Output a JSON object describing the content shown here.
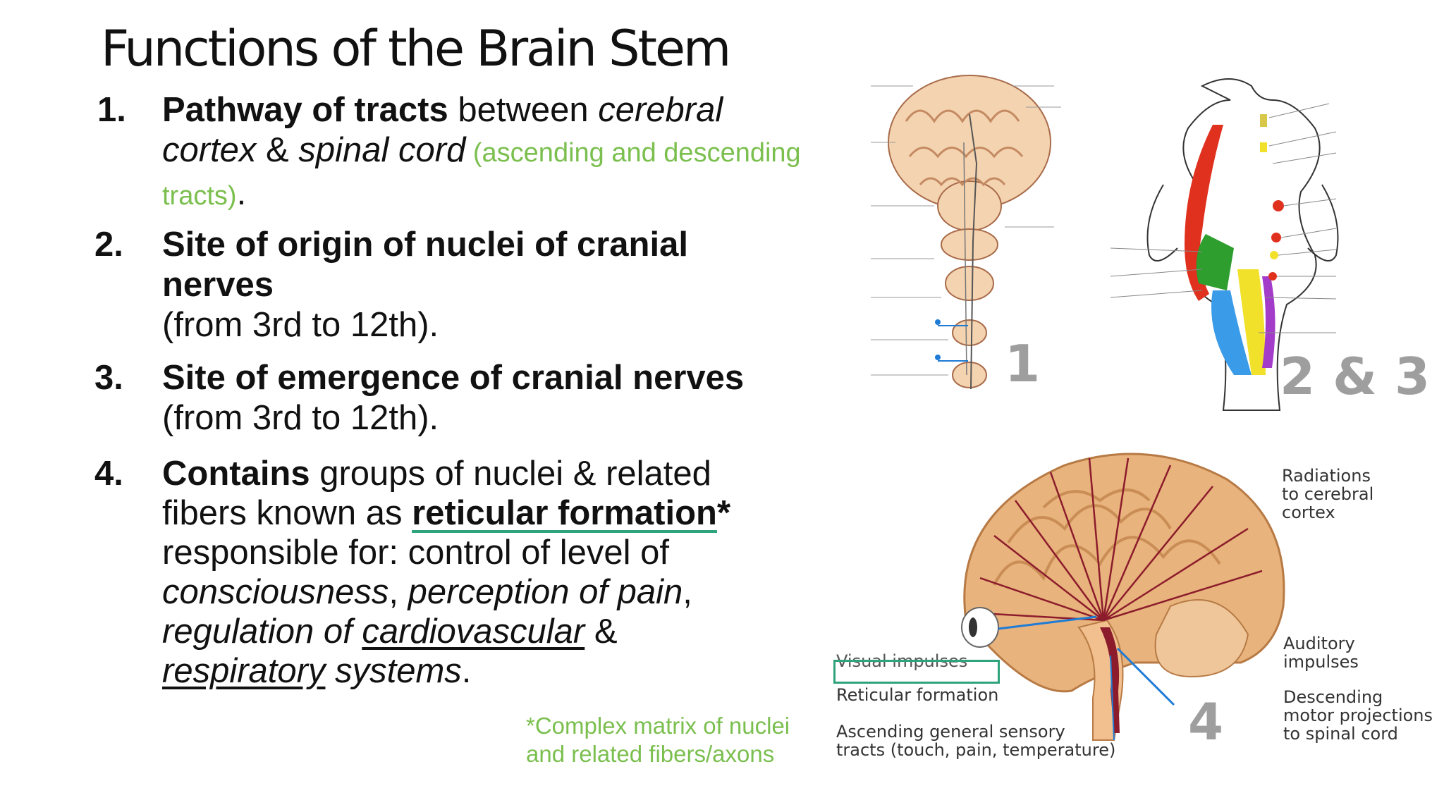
{
  "slide": {
    "title": "Functions of the Brain Stem"
  },
  "items": [
    {
      "number": "1.",
      "bold": "Pathway of tracts",
      "text1": " between ",
      "italic1": "cerebral cortex",
      "text2": " & ",
      "italic2": "spinal cord",
      "green": " (ascending and descending  tracts)",
      "end": "."
    },
    {
      "number": "2.",
      "bold": "Site of origin of nuclei of cranial nerves",
      "text": "(from 3rd to 12th)."
    },
    {
      "number": "3.",
      "bold": "Site of emergence of cranial nerves",
      "text": "(from 3rd to 12th)."
    },
    {
      "number": "4.",
      "bold": "Contains",
      "text1": " groups of nuclei & related fibers known as ",
      "reticular": "reticular formation",
      "asterisk": "*",
      "text2": "  responsible for: control of level of  ",
      "consciousness": "consciousness",
      "comma1": ",",
      "pain": "perception of pain",
      "comma2": ",  ",
      "regulation": "regulation of",
      "cardio": "cardiovascular",
      "amp": " & ",
      "resp": " respiratory",
      "systems": "systems",
      "period": "."
    }
  ],
  "footnote": {
    "line1": "*Complex matrix of nuclei",
    "line2": "and related fibers/axons"
  },
  "figures": {
    "label1": "1",
    "label23": "2 & 3",
    "label4": "4",
    "callouts": {
      "radiations": [
        "Radiations",
        "to cerebral",
        "cortex"
      ],
      "auditory": [
        "Auditory",
        "impulses"
      ],
      "descending": [
        "Descending",
        "motor projections",
        "to spinal cord"
      ],
      "visual": "Visual impulses",
      "reticular": "Reticular formation",
      "ascending": [
        "Ascending general sensory",
        "tracts (touch, pain, temperature)"
      ]
    }
  },
  "colors": {
    "accent_green": "#7bbf4f",
    "underline_teal": "#2fa37c",
    "label_gray": "#9e9e9e",
    "brain_tan": "#e8b37c",
    "arrow_maroon": "#8c1c2c"
  }
}
